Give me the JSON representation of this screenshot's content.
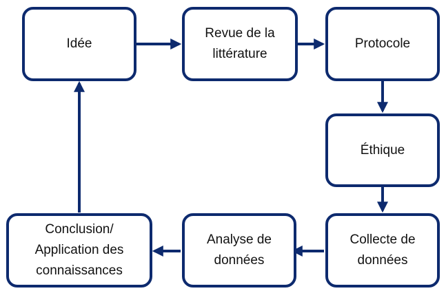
{
  "diagram": {
    "stroke_color": "#0d2a6e",
    "text_color": "#111111",
    "background": "#ffffff",
    "nodes": {
      "idee": {
        "lines": [
          "Idée"
        ]
      },
      "revue": {
        "lines": [
          "Revue de la",
          "littérature"
        ]
      },
      "protocole": {
        "lines": [
          "Protocole"
        ]
      },
      "ethique": {
        "lines": [
          "Éthique"
        ]
      },
      "collecte": {
        "lines": [
          "Collecte de",
          "données"
        ]
      },
      "analyse": {
        "lines": [
          "Analyse de",
          "données"
        ]
      },
      "conclusion": {
        "lines": [
          "Conclusion/",
          "Application des",
          "connaissances"
        ]
      }
    },
    "edges": [
      {
        "from": "idee",
        "to": "revue"
      },
      {
        "from": "revue",
        "to": "protocole"
      },
      {
        "from": "protocole",
        "to": "ethique"
      },
      {
        "from": "ethique",
        "to": "collecte"
      },
      {
        "from": "collecte",
        "to": "analyse"
      },
      {
        "from": "analyse",
        "to": "conclusion"
      },
      {
        "from": "conclusion",
        "to": "idee"
      }
    ]
  }
}
